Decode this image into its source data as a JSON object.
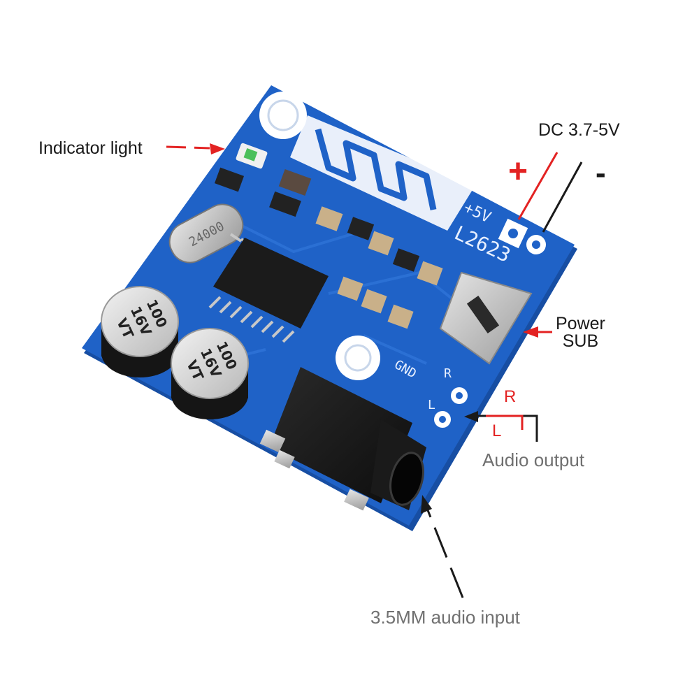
{
  "labels": {
    "indicator": "Indicator light",
    "dc": "DC 3.7-5V",
    "plus": "+",
    "minus": "-",
    "power_line1": "Power",
    "power_line2": "SUB",
    "r": "R",
    "l": "L",
    "audio_output": "Audio output",
    "audio_input": "3.5MM audio input"
  },
  "board_text": {
    "silk_power": "+5V",
    "silk_model": "L2623",
    "silk_gnd": "GND",
    "silk_r": "R",
    "silk_l": "L",
    "cap_value": "100",
    "cap_voltage": "16V",
    "cap_series": "VT",
    "crystal": "24000"
  },
  "colors": {
    "pcb": "#1f62c7",
    "pcb_dark": "#174ea3",
    "arrow": "#e32222",
    "text_dark": "#1a1a1a",
    "text_grey": "#707070"
  }
}
